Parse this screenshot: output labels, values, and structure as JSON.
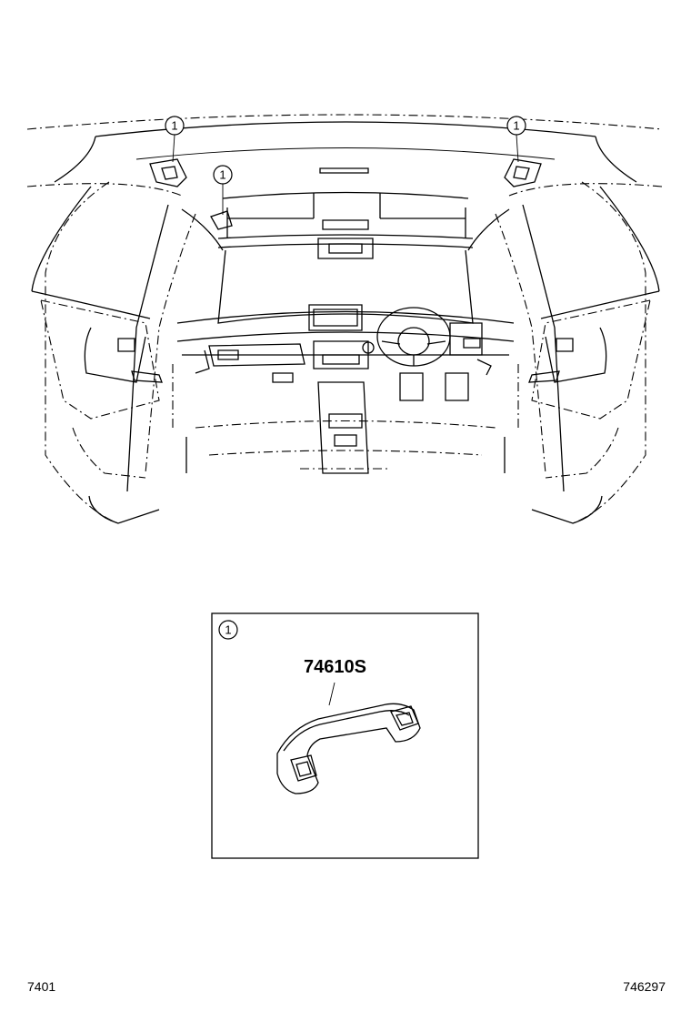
{
  "callouts": {
    "left_grip": "1",
    "right_grip": "1",
    "left_pillar": "1",
    "detail_box": "1"
  },
  "detail": {
    "part_number": "74610S"
  },
  "footer": {
    "page_code": "7401",
    "illustration_code": "746297"
  }
}
